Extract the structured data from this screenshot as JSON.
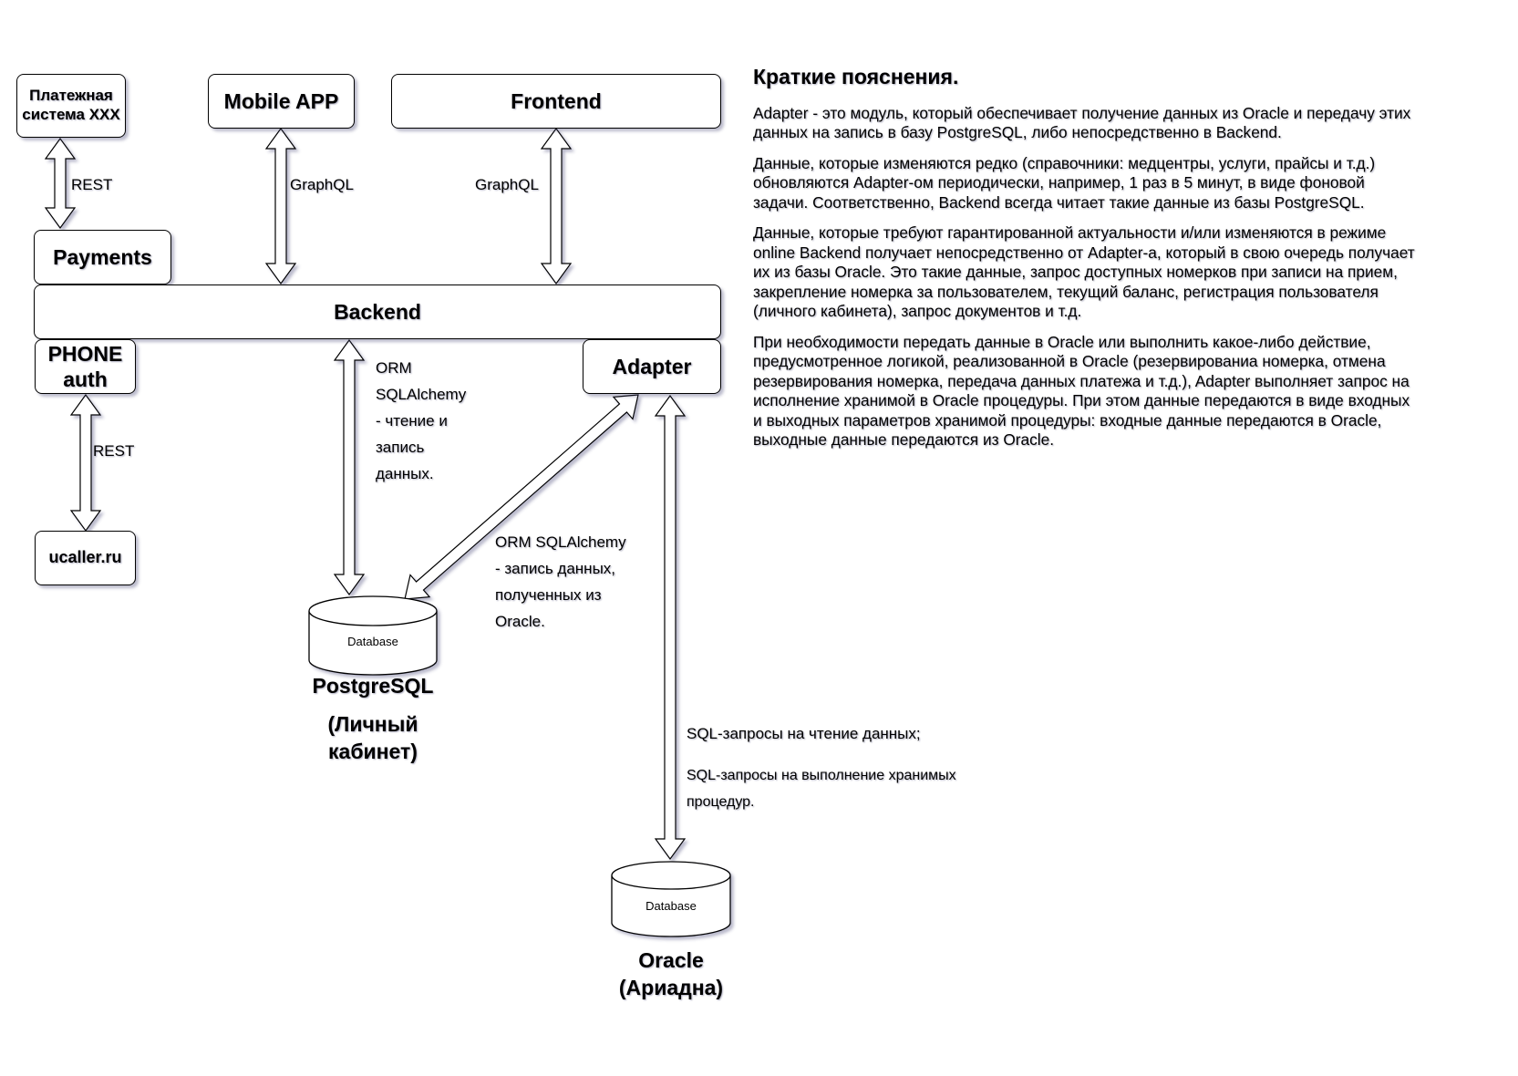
{
  "nodes": {
    "payment_system": "Платежная система XXX",
    "mobile_app": "Mobile APP",
    "frontend": "Frontend",
    "payments": "Payments",
    "backend": "Backend",
    "phone_auth": "PHONE auth",
    "adapter": "Adapter",
    "ucaller": "ucaller.ru"
  },
  "databases": {
    "postgres": {
      "inner": "Database",
      "caption_line1": "PostgreSQL",
      "caption_line2": "(Личный",
      "caption_line3": "кабинет)"
    },
    "oracle": {
      "inner": "Database",
      "caption_line1": "Oracle",
      "caption_line2": "(Ариадна)"
    }
  },
  "edge_labels": {
    "payments_rest": "REST",
    "mobile_graphql": "GraphQL",
    "frontend_graphql": "GraphQL",
    "phone_rest": "REST",
    "backend_postgres": [
      "ORM",
      "SQLAlchemy",
      "- чтение и",
      "запись",
      "данных."
    ],
    "adapter_postgres": [
      "ORM SQLAlchemy",
      "- запись данных,",
      "полученных из",
      "Oracle."
    ],
    "adapter_oracle_read": "SQL-запросы на чтение данных;",
    "adapter_oracle_proc": [
      "SQL-запросы на выполнение хранимых",
      "процедур."
    ]
  },
  "notes": {
    "title": "Краткие пояснения.",
    "paragraphs": [
      "Adapter - это модуль, который обеспечивает получение данных из Oracle и передачу этих данных на запись в базу PostgreSQL, либо непосредственно в Backend.",
      "Данные, которые изменяются редко (справочники: медцентры, услуги, прайсы и т.д.) обновляются Adapter-ом периодически, например, 1 раз в 5 минут, в виде фоновой задачи. Соответственно, Backend всегда читает такие данные из базы PostgreSQL.",
      "Данные, которые требуют гарантированной актуальности и/или изменяются в режиме online Backend получает непосредственно от Adapter-а, который в свою очередь получает их из базы Oracle. Это такие данные, запрос доступных номерков при записи на прием, закрепление номерка за пользователем, текущий баланс, регистрация пользователя (личного кабинета), запрос документов и т.д.",
      "При необходимости передать данные в Oracle или выполнить какое-либо действие, предусмотренное логикой, реализованной в Oracle (резервированиа номерка, отмена резервирования номерка, передача данных платежа и т.д.), Adapter выполняет запрос на исполнение хранимой в Oracle процедуры. При этом данные передаются в виде входных и выходных параметров хранимой процедуры: входные данные передаются в Oracle, выходные данные передаются из Oracle."
    ]
  }
}
